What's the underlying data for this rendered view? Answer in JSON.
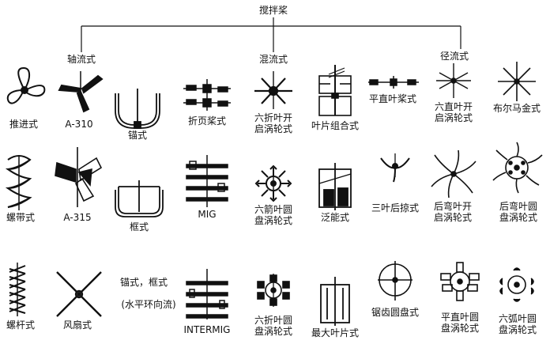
{
  "title": "搅拌桨",
  "groups": {
    "axial": "轴流式",
    "mixed": "混流式",
    "radial": "径流式"
  },
  "items": {
    "propeller": "推进式",
    "a310": "A-310",
    "anchor": "锚式",
    "folded_paddle": "折页桨式",
    "six_pitched_open_turbine": "六折叶开启涡轮式",
    "blade_combination": "叶片组合式",
    "flat_straight_paddle": "平直叶桨式",
    "six_straight_open_turbine": "六直叶开启涡轮式",
    "brumagin": "布尔马金式",
    "ribbon": "螺带式",
    "a315": "A-315",
    "frame": "框式",
    "mig": "MIG",
    "six_arrow_disc_turbine": "六箭叶圆盘涡轮式",
    "pfaudler": "泛能式",
    "three_blade_retreat": "三叶后掠式",
    "backcurved_open_turbine": "后弯叶开启涡轮式",
    "backcurved_disc_turbine": "后弯叶圆盘涡轮式",
    "screw": "螺杆式",
    "fan": "风扇式",
    "anchor_frame_note_1": "锚式，框式",
    "anchor_frame_note_2": "(水平环向流)",
    "intermig": "INTERMIG",
    "six_pitched_disc_turbine": "六折叶圆盘涡轮式",
    "max_blade": "最大叶片式",
    "sawtooth_disc": "锯齿圆盘式",
    "flat_straight_disc_turbine": "平直叶圆盘涡轮式",
    "six_arc_disc_turbine": "六弧叶圆盘涡轮式"
  }
}
